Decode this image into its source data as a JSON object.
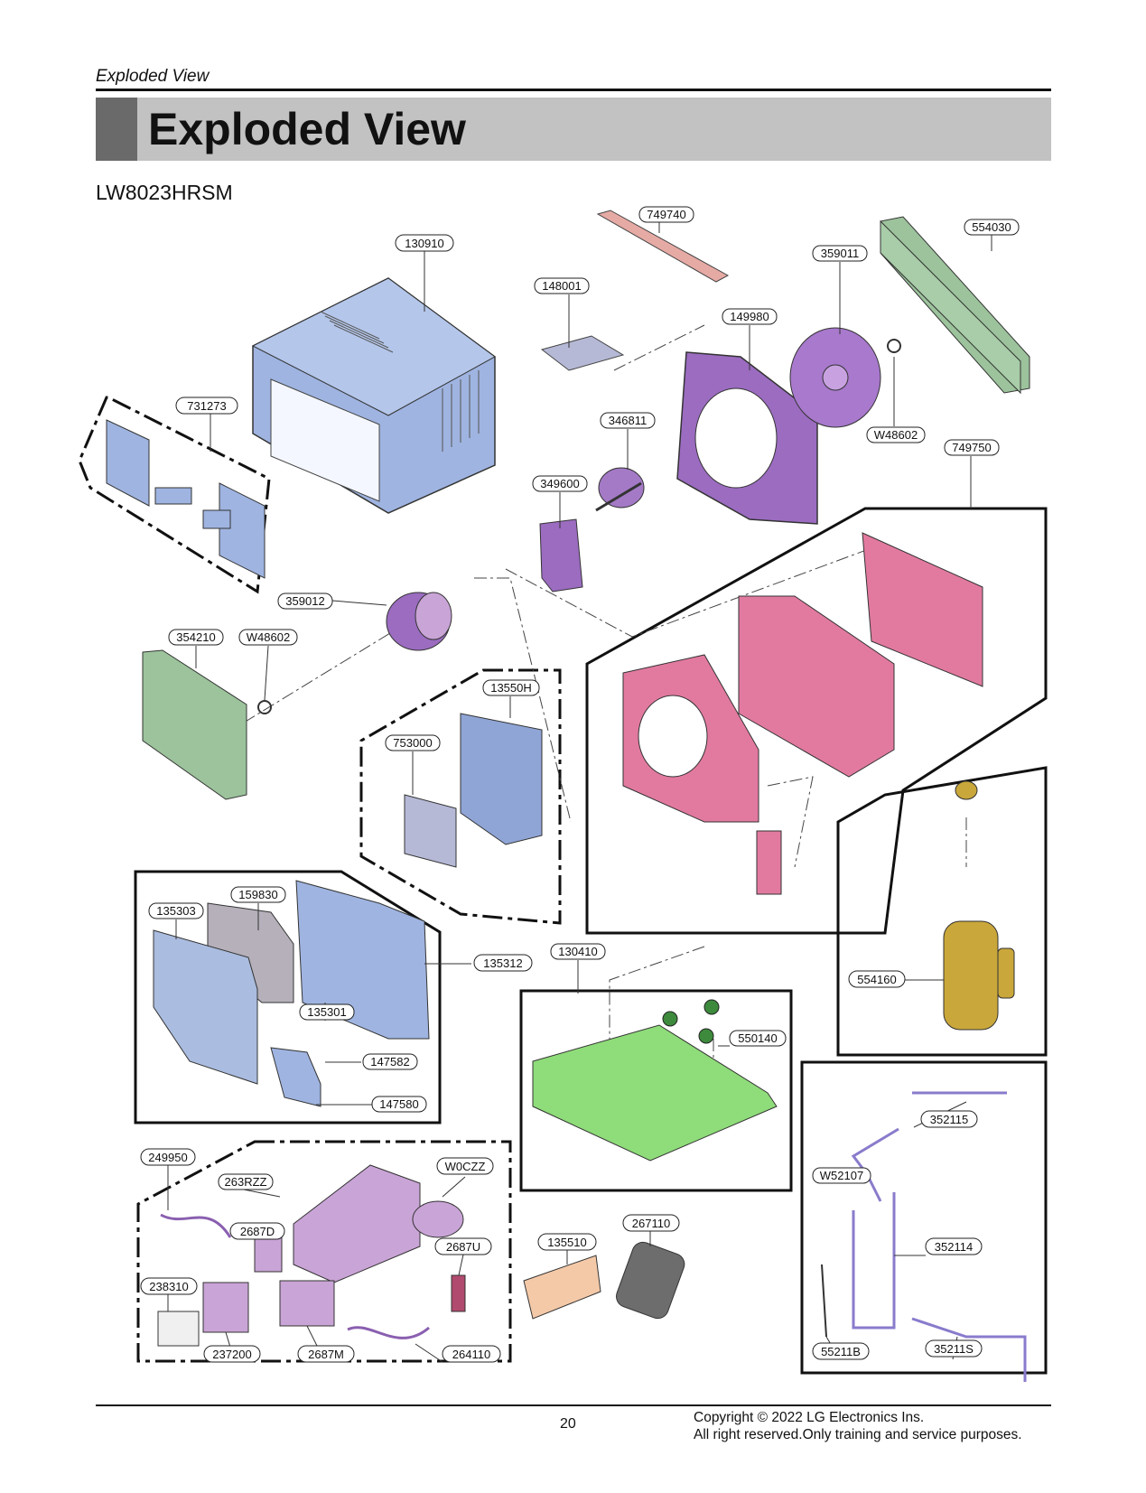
{
  "header": {
    "running_head": "Exploded View",
    "title": "Exploded View",
    "model": "LW8023HRSM"
  },
  "parts": {
    "p130910": "130910",
    "p749740": "749740",
    "p554030": "554030",
    "p359011": "359011",
    "p148001": "148001",
    "p149980": "149980",
    "p731273": "731273",
    "p346811": "346811",
    "pW48602a": "W48602",
    "p749750": "749750",
    "p349600": "349600",
    "p359012": "359012",
    "p354210": "354210",
    "pW48602b": "W48602",
    "p13550H": "13550H",
    "p753000": "753000",
    "p159830": "159830",
    "p135303": "135303",
    "p135312": "135312",
    "p135301": "135301",
    "p147582": "147582",
    "p147580": "147580",
    "p130410": "130410",
    "p550140": "550140",
    "p554160": "554160",
    "p352115": "352115",
    "pW52107": "W52107",
    "p352114": "352114",
    "p55211B": "55211B",
    "p35211S": "35211S",
    "p249950": "249950",
    "p263RZZ": "263RZZ",
    "pW0CZZ": "W0CZZ",
    "p2687D": "2687D",
    "p2687U": "2687U",
    "p238310": "238310",
    "p237200": "237200",
    "p2687M": "2687M",
    "p264110": "264110",
    "p135510": "135510",
    "p267110": "267110"
  },
  "colors": {
    "cabinet": "#9fb4e0",
    "purple": "#9b6cc0",
    "pink": "#e27aa0",
    "green_coil": "#9cc39c",
    "base_pan": "#8fdc7a",
    "compressor": "#c9a73a",
    "lavender": "#c9a4d6",
    "tan": "#f4c9a8"
  },
  "footer": {
    "page_number": "20",
    "copyright_line1": "Copyright © 2022 LG Electronics Ins.",
    "copyright_line2": "All right reserved.Only training and service purposes."
  }
}
